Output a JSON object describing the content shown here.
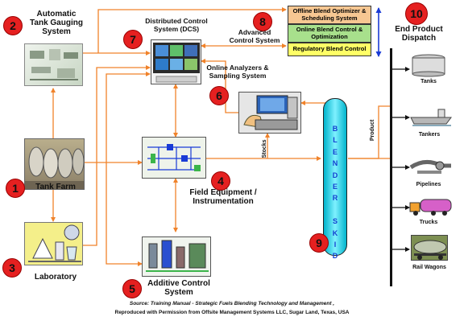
{
  "nodes": {
    "atg": {
      "label": "Automatic\nTank Gauging\nSystem",
      "number": "2"
    },
    "dcs": {
      "label": "Distributed Control\nSystem (DCS)",
      "number": "7"
    },
    "apc": {
      "label": "Advanced\nControl System",
      "number": "8"
    },
    "dispatch": {
      "label": "End Product\nDispatch",
      "number": "10"
    },
    "analyzers": {
      "label": "Online Analyzers &\nSampling System",
      "number": "6"
    },
    "tank_farm": {
      "label": "Tank Farm",
      "number": "1"
    },
    "field": {
      "label": "Field Equipment /\nInstrumentation",
      "number": "4"
    },
    "lab": {
      "label": "Laboratory",
      "number": "3"
    },
    "additive": {
      "label": "Additive Control\nSystem",
      "number": "5"
    },
    "skid": {
      "label": "B\nL\nE\nN\nD\nE\nR\n\nS\nK\nI\nD",
      "number": "9"
    }
  },
  "blend_levels": {
    "offline": "Offline Blend Optimizer &\nScheduling System",
    "online": "Online Blend Control &\nOptimization",
    "regulatory": "Regulatory Blend Control"
  },
  "flow_labels": {
    "stocks": "Stocks",
    "product": "Product"
  },
  "dispatch_modes": [
    "Tanks",
    "Tankers",
    "Pipelines",
    "Trucks",
    "Rail\nWagons"
  ],
  "source": {
    "line1": "Source: Training Manual - Strategic Fuels Blending Technology and Management ,",
    "line2": "Reproduced with Permission from Offsite Management Systems LLC, Sugar Land, Texas, USA"
  },
  "colors": {
    "flow": "#f0822a",
    "number_badge": "#e52020",
    "skid": "#00c8e0",
    "skid_text": "#1340d0",
    "offline": "#f7c792",
    "online": "#a8e08c",
    "regulatory": "#ffff66",
    "arrow_blue": "#1a3bd6"
  }
}
